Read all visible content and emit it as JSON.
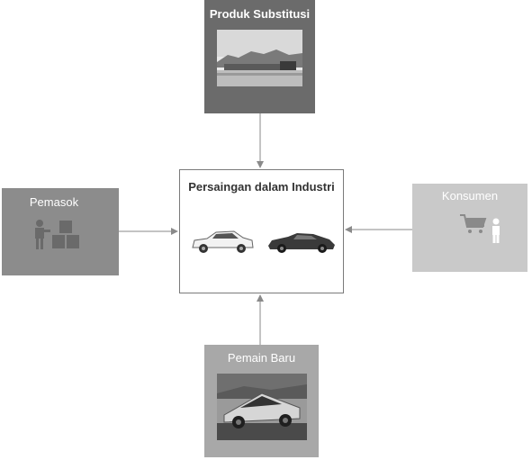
{
  "forces": {
    "top": {
      "title": "Produk Substitusi",
      "image": "train-photo"
    },
    "left": {
      "title": "Pemasok",
      "icon": "supplier-icon"
    },
    "right": {
      "title": "Konsumen",
      "icon": "shopping-cart-person-icon"
    },
    "bottom": {
      "title": "Pemain Baru",
      "image": "cybertruck-photo"
    }
  },
  "center": {
    "title": "Persaingan dalam Industri",
    "images": [
      "hatchback-car-photo",
      "sports-car-photo"
    ]
  },
  "colors": {
    "top_box": "#6b6b6b",
    "left_box": "#8c8c8c",
    "right_box": "#c9c9c9",
    "bottom_box": "#a8a8a8",
    "arrow": "#8a8a8a"
  }
}
